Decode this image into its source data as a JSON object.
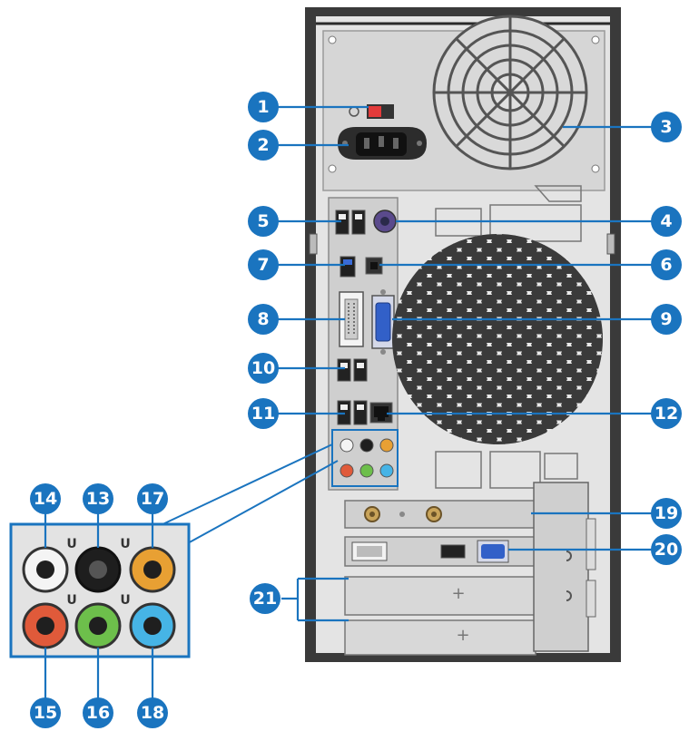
{
  "colors": {
    "callout": "#1a74bf",
    "case_dark": "#3a3a3a",
    "case_panel": "#e6e6e6",
    "jack_white": "#f4f4f4",
    "jack_black": "#1e1e1e",
    "jack_orange": "#e8a033",
    "jack_red": "#e05a3a",
    "jack_green": "#6dbf4b",
    "jack_blue": "#46b4e6"
  },
  "callouts": {
    "c1": "1",
    "c2": "2",
    "c3": "3",
    "c4": "4",
    "c5": "5",
    "c6": "6",
    "c7": "7",
    "c8": "8",
    "c9": "9",
    "c10": "10",
    "c11": "11",
    "c12": "12",
    "c13": "13",
    "c14": "14",
    "c15": "15",
    "c16": "16",
    "c17": "17",
    "c18": "18",
    "c19": "19",
    "c20": "20",
    "c21": "21"
  }
}
